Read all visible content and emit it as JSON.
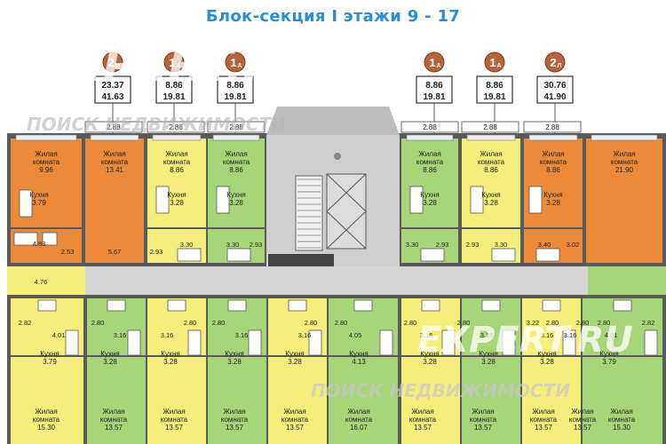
{
  "title": "Блок-секция I этажи 9 - 17",
  "watermark": {
    "logo": "EXPERT.RU",
    "tagline": "ПОИСК НЕДВИЖИМОСТИ"
  },
  "colors": {
    "orange": "#ec8a3a",
    "yellow": "#f6ee7a",
    "green": "#a6d678",
    "corridor": "#d5d5d5",
    "wall": "#5a5a5a",
    "title": "#2a8fd2",
    "badge": "#b8643a"
  },
  "top_apartments": [
    {
      "badge": "2",
      "badge_sub": "M",
      "area1": "23.37",
      "area2": "41.63"
    },
    {
      "badge": "1",
      "badge_sub": "A",
      "area1": "8.86",
      "area2": "19.81"
    },
    {
      "badge": "1",
      "badge_sub": "A",
      "area1": "8.86",
      "area2": "19.81"
    },
    {
      "badge": "1",
      "badge_sub": "A",
      "area1": "8.86",
      "area2": "19.81"
    },
    {
      "badge": "1",
      "badge_sub": "A",
      "area1": "8.86",
      "area2": "19.81"
    },
    {
      "badge": "2",
      "badge_sub": "Л",
      "area1": "30.76",
      "area2": "41.90"
    }
  ],
  "balconies": [
    "2.88",
    "2.88",
    "2.88",
    "2.88",
    "2.88",
    "2.88"
  ],
  "top_rooms": [
    {
      "name": "Жилая комната",
      "area": "9.96"
    },
    {
      "name": "Жилая комната",
      "area": "13.41"
    },
    {
      "name": "Жилая комната",
      "area": "8.86"
    },
    {
      "name": "Жилая комната",
      "area": "8.86"
    },
    {
      "name": "Жилая комната",
      "area": "8.86"
    },
    {
      "name": "Жилая комната",
      "area": "8.86"
    },
    {
      "name": "Жилая комната",
      "area": "8.86"
    },
    {
      "name": "Жилая комната",
      "area": "21.90"
    }
  ],
  "top_kitchens": [
    {
      "name": "Кухня",
      "area": "3.79"
    },
    {
      "name": "Кухня",
      "area": "3.28"
    },
    {
      "name": "Кухня",
      "area": "3.28"
    },
    {
      "name": "Кухня",
      "area": "3.28"
    },
    {
      "name": "Кухня",
      "area": "3.28"
    },
    {
      "name": "Кухня",
      "area": "3.28"
    }
  ],
  "top_misc": [
    "4.83",
    "2.53",
    "5.67",
    "2.93",
    "3.30",
    "3.30",
    "2.93",
    "3.30",
    "2.93",
    "2.93",
    "3.30",
    "3.40",
    "3.02"
  ],
  "corridor_values": [
    "4.76"
  ],
  "bottom_halls": [
    "2.82",
    "2.80",
    "2.80",
    "2.80",
    "2.80",
    "2.80",
    "2.80",
    "2.80",
    "3.22",
    "2.80",
    "2.80",
    "2.80",
    "2.82"
  ],
  "bottom_baths": [
    "4.01",
    "3.16",
    "3.16",
    "3.16",
    "3.16",
    "4.05",
    "3.16",
    "3.16",
    "3.16",
    "3.16",
    "4.01"
  ],
  "bottom_kitchens": [
    {
      "name": "Кухня",
      "area": "3.79"
    },
    {
      "name": "Кухня",
      "area": "3.28"
    },
    {
      "name": "Кухня",
      "area": "3.28"
    },
    {
      "name": "Кухня",
      "area": "3.28"
    },
    {
      "name": "Кухня",
      "area": "3.28"
    },
    {
      "name": "Кухня",
      "area": "4.13"
    },
    {
      "name": "Кухня",
      "area": "3.28"
    },
    {
      "name": "Кухня",
      "area": "3.28"
    },
    {
      "name": "Кухня",
      "area": "3.28"
    },
    {
      "name": "Кухня",
      "area": "3.79"
    }
  ],
  "bottom_rooms": [
    {
      "name": "Жилая комната",
      "area": "15.30"
    },
    {
      "name": "Жилая комната",
      "area": "13.57"
    },
    {
      "name": "Жилая комната",
      "area": "13.57"
    },
    {
      "name": "Жилая комната",
      "area": "13.57"
    },
    {
      "name": "Жилая комната",
      "area": "13.57"
    },
    {
      "name": "Жилая комната",
      "area": "16.07"
    },
    {
      "name": "Жилая комната",
      "area": "13.57"
    },
    {
      "name": "Жилая комната",
      "area": "13.57"
    },
    {
      "name": "Жилая комната",
      "area": "13.57"
    },
    {
      "name": "Жилая комната",
      "area": "13.57"
    },
    {
      "name": "Жилая комната",
      "area": "15.30"
    }
  ]
}
